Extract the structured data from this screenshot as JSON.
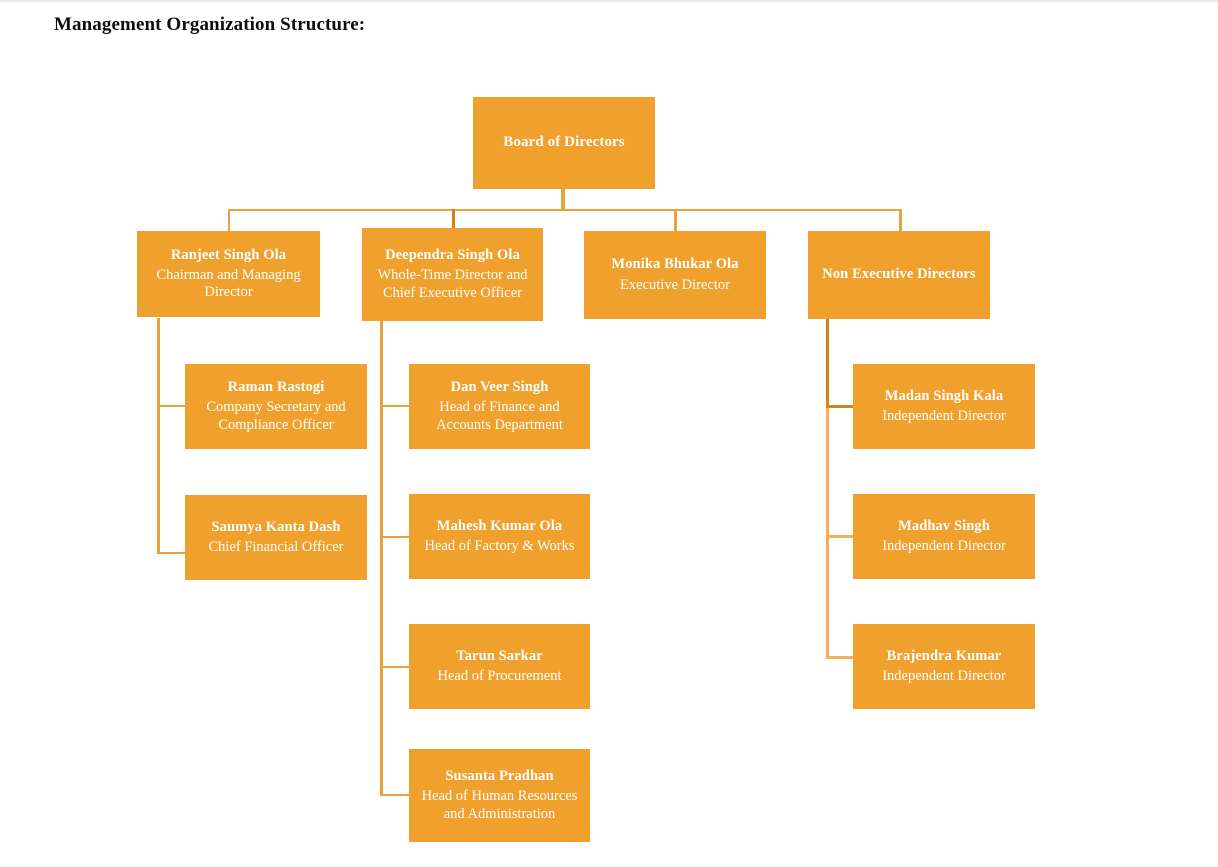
{
  "page": {
    "title": "Management Organization Structure:"
  },
  "theme": {
    "box_fill": "#F0A02C",
    "box_text": "#FFFFFF",
    "connector": "#E8A33D",
    "connector_dark": "#D4821E",
    "connector_light": "#F2B157",
    "page_background": "#FFFFFF",
    "title_color": "#0D0D0D"
  },
  "chart_data": {
    "type": "org-chart",
    "root": {
      "id": "board-of-directors",
      "name": "Board of Directors",
      "title": ""
    },
    "level2": [
      {
        "id": "ranjeet-singh-ola",
        "name": "Ranjeet Singh Ola",
        "title": "Chairman and Managing Director"
      },
      {
        "id": "deependra-singh-ola",
        "name": "Deependra Singh Ola",
        "title": "Whole-Time Director and Chief Executive Officer"
      },
      {
        "id": "monika-bhukar-ola",
        "name": "Monika Bhukar Ola",
        "title": "Executive Director"
      },
      {
        "id": "non-executive-directors",
        "name": "Non Executive Directors",
        "title": ""
      }
    ],
    "branches": [
      {
        "parent": "ranjeet-singh-ola",
        "children": [
          {
            "id": "raman-rastogi",
            "name": "Raman Rastogi",
            "title": "Company Secretary and Compliance Officer"
          },
          {
            "id": "saumya-kanta-dash",
            "name": "Saumya Kanta Dash",
            "title": "Chief Financial Officer"
          }
        ]
      },
      {
        "parent": "deependra-singh-ola",
        "children": [
          {
            "id": "dan-veer-singh",
            "name": "Dan Veer Singh",
            "title": "Head of Finance and Accounts Department"
          },
          {
            "id": "mahesh-kumar-ola",
            "name": "Mahesh Kumar Ola",
            "title": "Head of Factory & Works"
          },
          {
            "id": "tarun-sarkar",
            "name": "Tarun Sarkar",
            "title": "Head of Procurement"
          },
          {
            "id": "susanta-pradhan",
            "name": "Susanta Pradhan",
            "title": "Head of Human Resources and Administration"
          }
        ]
      },
      {
        "parent": "non-executive-directors",
        "children": [
          {
            "id": "madan-singh-kala",
            "name": "Madan Singh Kala",
            "title": "Independent Director"
          },
          {
            "id": "madhav-singh",
            "name": "Madhav Singh",
            "title": "Independent Director"
          },
          {
            "id": "brajendra-kumar",
            "name": "Brajendra Kumar",
            "title": "Independent Director"
          }
        ]
      }
    ]
  }
}
